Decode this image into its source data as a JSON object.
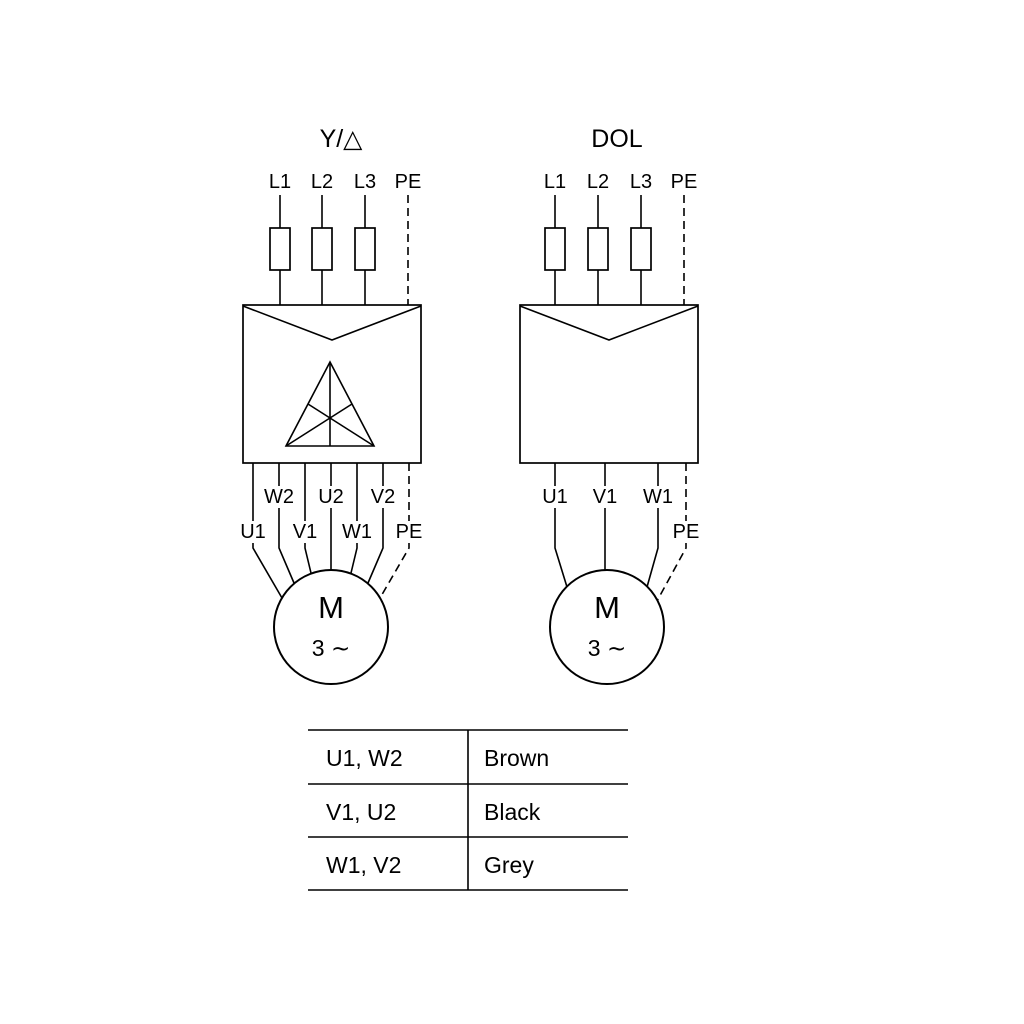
{
  "star_delta": {
    "title": "Y/△",
    "supply_labels": [
      "L1",
      "L2",
      "L3",
      "PE"
    ],
    "terminals_row1": [
      "W2",
      "U2",
      "V2"
    ],
    "terminals_row2": [
      "U1",
      "V1",
      "W1",
      "PE"
    ],
    "motor": {
      "letter": "M",
      "phase": "3 ∼"
    }
  },
  "dol": {
    "title": "DOL",
    "supply_labels": [
      "L1",
      "L2",
      "L3",
      "PE"
    ],
    "terminals": [
      "U1",
      "V1",
      "W1"
    ],
    "pe_label": "PE",
    "motor": {
      "letter": "M",
      "phase": "3 ∼"
    }
  },
  "wire_color_table": {
    "rows": [
      {
        "terminals": "U1, W2",
        "color": "Brown"
      },
      {
        "terminals": "V1, U2",
        "color": "Black"
      },
      {
        "terminals": "W1, V2",
        "color": "Grey"
      }
    ]
  },
  "colors": {
    "line": "#000000",
    "background": "#ffffff"
  }
}
